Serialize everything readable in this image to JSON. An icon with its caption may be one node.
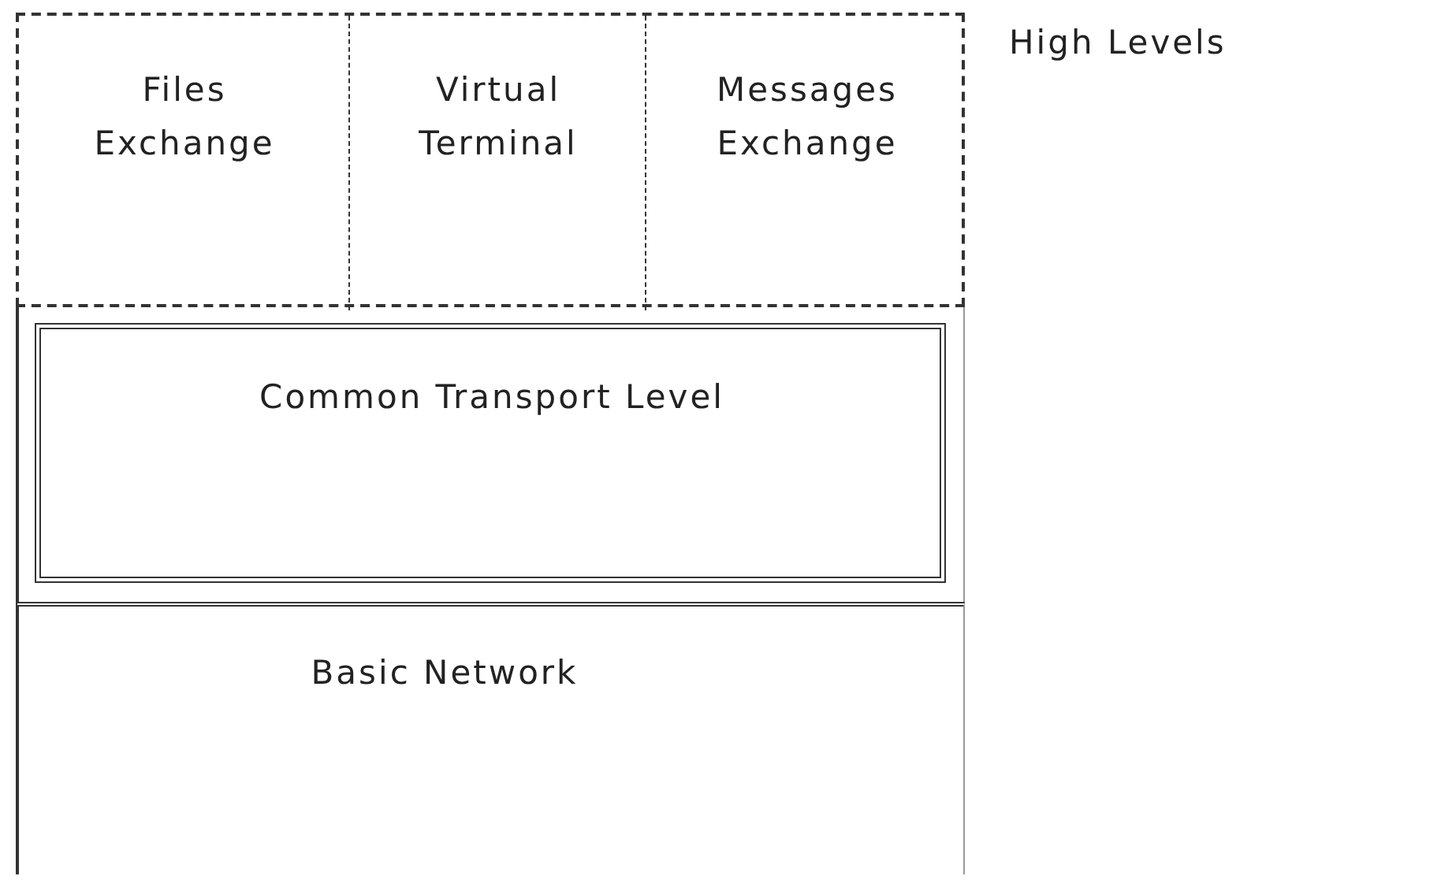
{
  "diagram": {
    "nodes": [
      {
        "text": [
          "High Levels"
        ]
      },
      {
        "text": [
          "Files Exchange"
        ],
        "in": 0
      },
      {
        "text": [
          "Virtual Terminal"
        ],
        "in": 0
      },
      {
        "text": [
          "Messages Exchange"
        ],
        "in": 0
      },
      {
        "text": [
          "Common Transport Level"
        ]
      },
      {
        "text": [
          "Basic Network"
        ]
      }
    ]
  }
}
